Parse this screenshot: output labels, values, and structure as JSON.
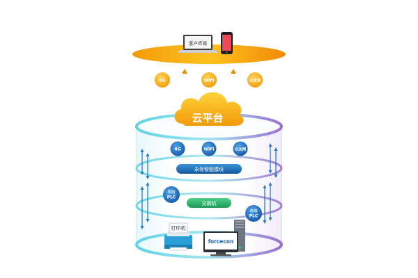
{
  "top": {
    "client_label": "客户终端"
  },
  "links": [
    {
      "label": "4G"
    },
    {
      "label": "WIFI"
    },
    {
      "label": "以太网"
    }
  ],
  "cloud": {
    "label": "云平台"
  },
  "inner_links": [
    {
      "label": "4G"
    },
    {
      "label": "WIFI"
    },
    {
      "label": "以太网"
    }
  ],
  "module_bar": {
    "label": "永有智能模块"
  },
  "switch_bar": {
    "label": "交换机"
  },
  "plc_left": {
    "line1": "机组",
    "line2": "PLC"
  },
  "plc_right": {
    "line1": "末端",
    "line2": "PLC"
  },
  "printer": {
    "label": "打印机"
  },
  "monitor": {
    "brand": "forcecon"
  },
  "colors": {
    "orange": "#f5a20f",
    "green": "#2fb36a",
    "blue_bar": "#1e73b8",
    "cyan": "#5ed3e6",
    "purple": "#8b5fc6"
  }
}
